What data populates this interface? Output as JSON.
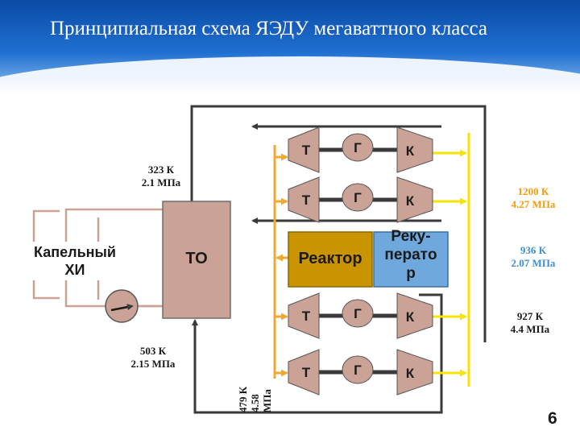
{
  "title": "Принципиальная схема ЯЭДУ мегаваттного класса",
  "page_number": "6",
  "colors": {
    "line": "#3a3a3a",
    "hot": "#f5e300",
    "warm": "#f0a830",
    "reactor": "#c99400",
    "recuperator": "#6fa8dc",
    "exchanger": "#caa296",
    "pair": "#caa296"
  },
  "blocks": {
    "dropper": {
      "line1": "Капельный",
      "line2": "ХИ"
    },
    "heat_exchanger": "ТО",
    "reactor": "Реактор",
    "recuperator": {
      "line1": "Реку-",
      "line2": "ператo",
      "line3": "р"
    }
  },
  "units": [
    {
      "turbine": "Т",
      "generator": "Г",
      "compressor": "К"
    },
    {
      "turbine": "Т",
      "generator": "Г",
      "compressor": "К"
    },
    {
      "turbine": "Т",
      "generator": "Г",
      "compressor": "К"
    },
    {
      "turbine": "Т",
      "generator": "Г",
      "compressor": "К"
    }
  ],
  "states": {
    "s323": {
      "t": "323 К",
      "p": "2.1 МПа"
    },
    "s503": {
      "t": "503 К",
      "p": "2.15 МПа"
    },
    "s479": {
      "t": "479 К",
      "p": "4.58",
      "unit": "МПа"
    },
    "s1200": {
      "t": "1200 К",
      "p": "4.27 МПа"
    },
    "s936": {
      "t": "936 К",
      "p": "2.07 МПа"
    },
    "s927": {
      "t": "927 К",
      "p": "4.4 МПа"
    }
  }
}
